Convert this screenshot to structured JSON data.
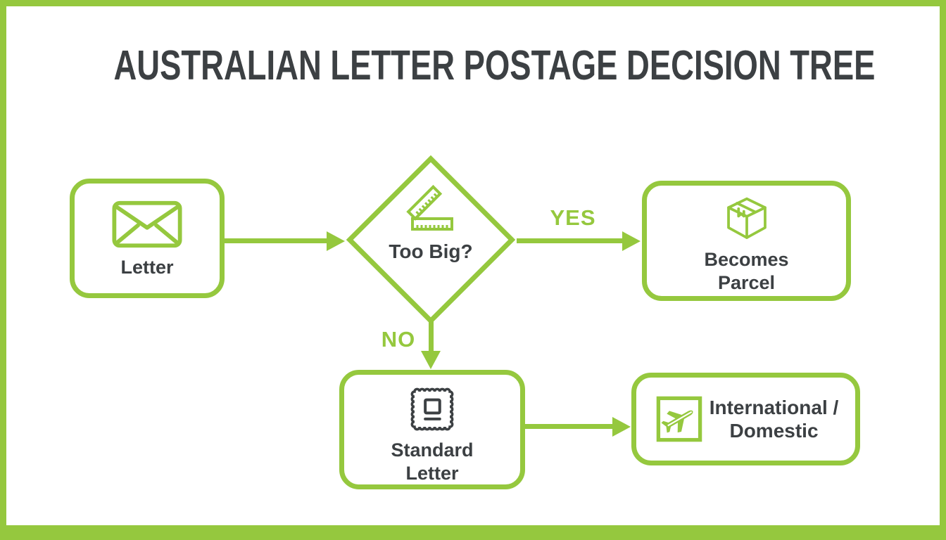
{
  "title": "AUSTRALIAN LETTER POSTAGE DECISION TREE",
  "colors": {
    "accent_green": "#95C83E",
    "text_dark": "#3C4043",
    "background": "#FFFFFF"
  },
  "nodes": {
    "letter": {
      "label": "Letter",
      "icon": "envelope-icon"
    },
    "decision": {
      "label": "Too Big?",
      "icon": "ruler-icon"
    },
    "becomes_parcel": {
      "line1": "Becomes",
      "line2": "Parcel",
      "icon": "parcel-icon"
    },
    "standard_letter": {
      "line1": "Standard",
      "line2": "Letter",
      "icon": "stamp-icon"
    },
    "international_domestic": {
      "line1": "International /",
      "line2": "Domestic",
      "icon": "airplane-icon"
    }
  },
  "edges": {
    "yes_label": "YES",
    "no_label": "NO"
  }
}
